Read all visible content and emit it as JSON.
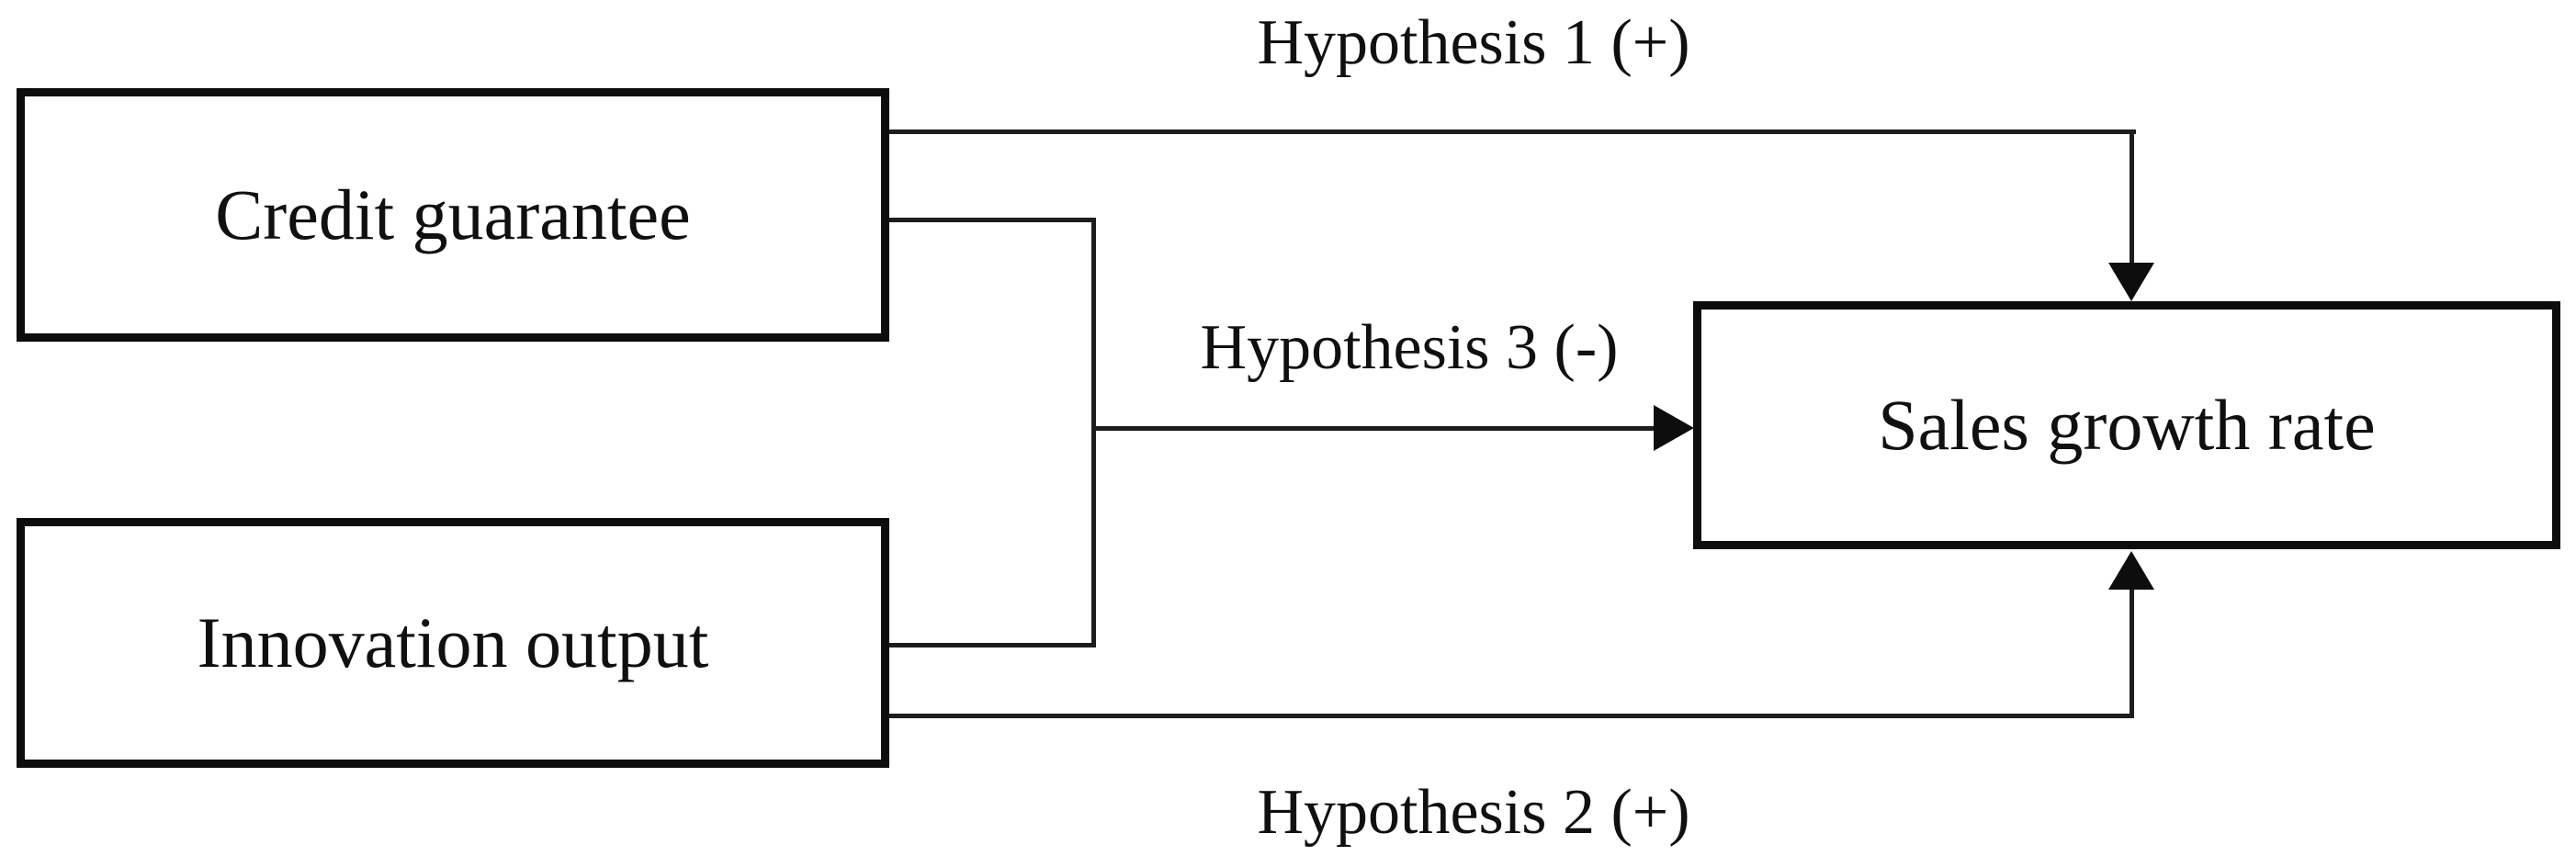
{
  "figure": {
    "background_color": "#ffffff",
    "ink_color": "#101010"
  },
  "nodes": {
    "credit": {
      "label": "Credit guarantee"
    },
    "innovation": {
      "label": "Innovation output"
    },
    "sales": {
      "label": "Sales growth rate"
    }
  },
  "edges": {
    "h1": {
      "label": "Hypothesis 1 (+)",
      "from": "Credit guarantee",
      "to": "Sales growth rate",
      "sign": "+"
    },
    "h2": {
      "label": "Hypothesis 2 (+)",
      "from": "Innovation output",
      "to": "Sales growth rate",
      "sign": "+"
    },
    "h3": {
      "label": "Hypothesis 3 (-)",
      "from": "Credit guarantee joined with Innovation output",
      "to": "Sales growth rate",
      "sign": "-"
    }
  }
}
